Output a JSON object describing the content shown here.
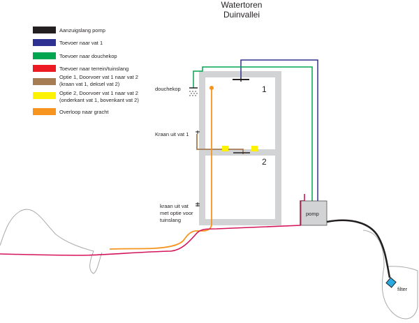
{
  "title": {
    "line1": "Watertoren",
    "line2": "Duinvallei"
  },
  "legend": [
    {
      "lines": [
        "Aanzuigslang pomp"
      ],
      "color": "#231f20"
    },
    {
      "lines": [
        "Toevoer naar vat 1"
      ],
      "color": "#2e3192"
    },
    {
      "lines": [
        "Toevoer naar douchekop"
      ],
      "color": "#00a651"
    },
    {
      "lines": [
        "Toevoer naar terrein/tuinslang"
      ],
      "color": "#ed1c24"
    },
    {
      "lines": [
        "Optie 1, Doorvoer vat 1 naar vat 2",
        "(kraan vat 1, deksel vat 2)"
      ],
      "color": "#a67c52"
    },
    {
      "lines": [
        "Optie 2, Doorvoer vat 1 naar vat 2",
        "(onderkant vat 1, bovenkant vat 2)"
      ],
      "color": "#fff200"
    },
    {
      "lines": [
        "Overloop naar gracht"
      ],
      "color": "#f7941d"
    }
  ],
  "labels": {
    "douchekop": "douchekop",
    "kraan_vat1": "Kraan uit vat 1",
    "kraan_vat2": [
      "kraan uit vat",
      "met optie voor",
      "tuinslang"
    ],
    "vat1": "1",
    "vat2": "2",
    "pomp": "pomp",
    "filter": "filter"
  },
  "colors": {
    "tower": "#d1d3d4",
    "pomp_box": "#d1d3d4",
    "filter": "#29abe2",
    "terrain": "#a7a9ac",
    "garden_hose": "#d4145a"
  }
}
